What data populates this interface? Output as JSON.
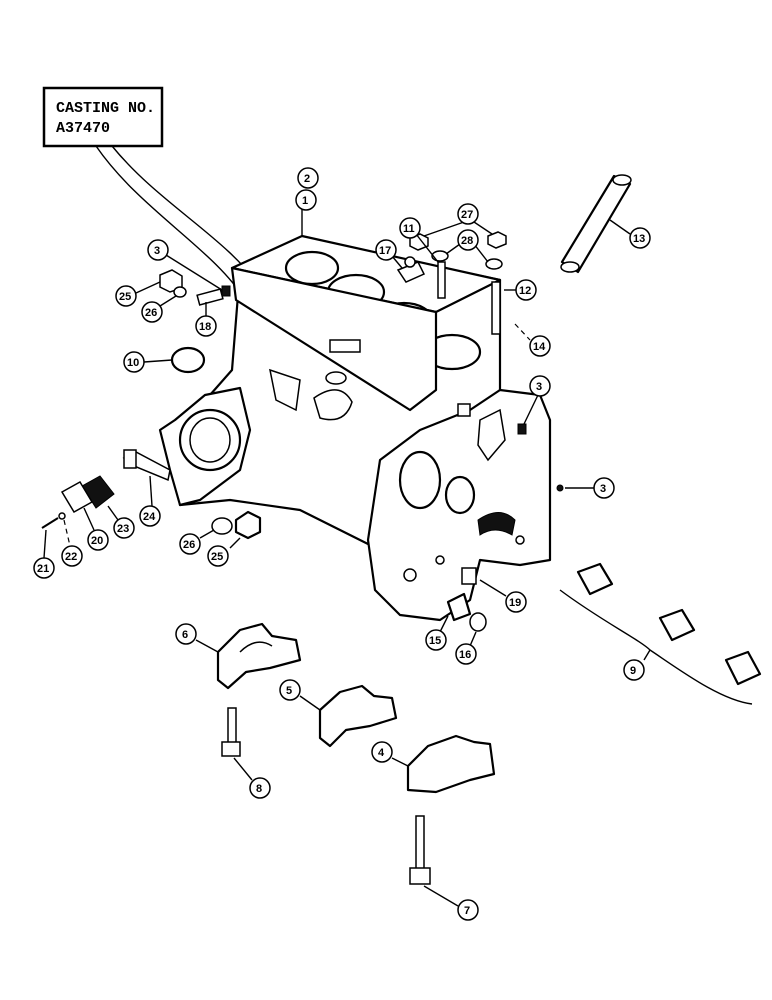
{
  "casting_note": {
    "line1": "CASTING NO.",
    "line2": "A37470"
  },
  "callouts": [
    "1",
    "2",
    "3",
    "3",
    "3",
    "4",
    "5",
    "6",
    "7",
    "8",
    "9",
    "10",
    "11",
    "12",
    "13",
    "14",
    "15",
    "16",
    "17",
    "18",
    "19",
    "20",
    "21",
    "22",
    "23",
    "24",
    "25",
    "25",
    "26",
    "26",
    "27",
    "28"
  ]
}
